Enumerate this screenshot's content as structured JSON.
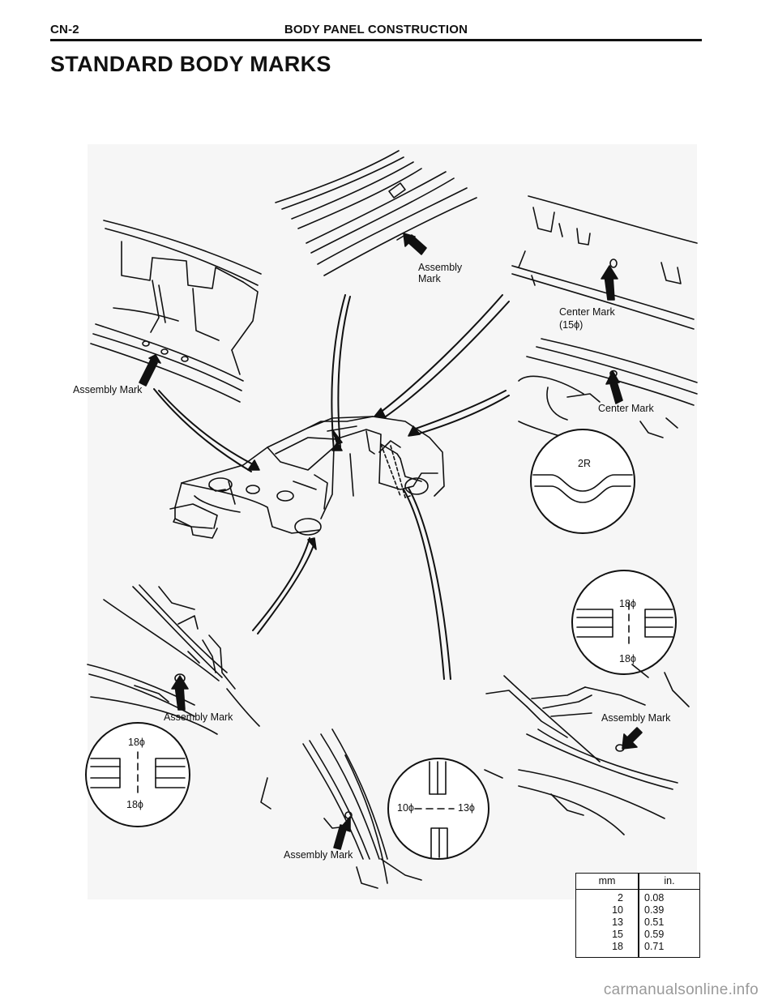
{
  "header": {
    "page_code": "CN-2",
    "section_title": "BODY PANEL CONSTRUCTION"
  },
  "page_title": "STANDARD BODY MARKS",
  "callouts": {
    "upper_left_assembly": "Assembly Mark",
    "upper_center_assembly_line1": "Assembly",
    "upper_center_assembly_line2": "Mark",
    "center_mark_15_line1": "Center Mark",
    "center_mark_15_line2": "(15ϕ)",
    "center_mark_right": "Center Mark",
    "detail_2r": "2R",
    "lower_left_assembly": "Assembly Mark",
    "lower_right_assembly": "Assembly Mark",
    "bottom_center_assembly": "Assembly Mark",
    "detail_right_top": "18ϕ",
    "detail_right_bottom": "18ϕ",
    "detail_left_top": "18ϕ",
    "detail_left_bottom": "18ϕ",
    "detail_center_left": "10ϕ",
    "detail_center_right": "13ϕ"
  },
  "conversion_table": {
    "headers": [
      "mm",
      "in."
    ],
    "rows": [
      {
        "mm": "2",
        "in": "0.08"
      },
      {
        "mm": "10",
        "in": "0.39"
      },
      {
        "mm": "13",
        "in": "0.51"
      },
      {
        "mm": "15",
        "in": "0.59"
      },
      {
        "mm": "18",
        "in": "0.71"
      }
    ]
  },
  "watermark": "carmanualsonline.info"
}
